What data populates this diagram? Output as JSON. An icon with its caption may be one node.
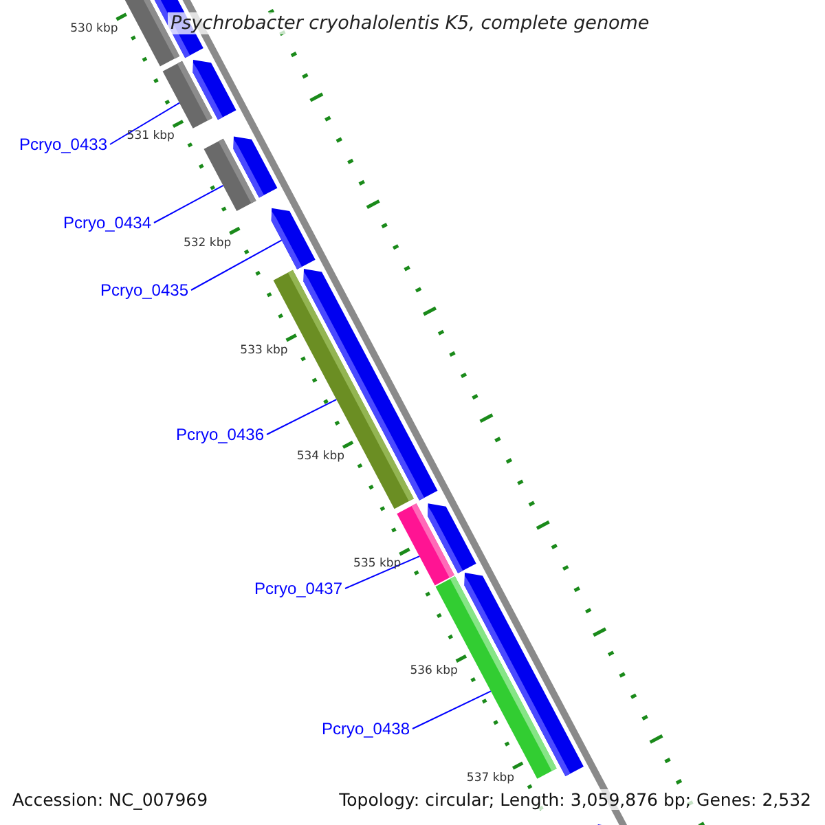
{
  "diagram": {
    "title": "Psychrobacter cryohalolentis K5, complete genome",
    "nodes": [
      {
        "text": [
          "Pcryo_0433"
        ]
      },
      {
        "text": [
          "Pcryo_0434"
        ]
      },
      {
        "text": [
          "Pcryo_0435"
        ]
      },
      {
        "text": [
          "Pcryo_0436"
        ]
      },
      {
        "text": [
          "Pcryo_0437"
        ]
      },
      {
        "text": [
          "Pcryo_0438"
        ]
      },
      {
        "text": [],
        "shape": "bar"
      },
      {
        "text": [],
        "shape": "pentagon"
      },
      {
        "text": [],
        "shape": "bar"
      },
      {
        "text": [],
        "shape": "pentagon"
      },
      {
        "text": [],
        "shape": "bar"
      },
      {
        "text": [],
        "shape": "pentagon"
      },
      {
        "text": [],
        "shape": "pentagon"
      },
      {
        "text": [],
        "shape": "bar"
      },
      {
        "text": [],
        "shape": "pentagon"
      },
      {
        "text": [],
        "shape": "bar"
      },
      {
        "text": [],
        "shape": "pentagon"
      },
      {
        "text": [],
        "shape": "bar"
      },
      {
        "text": [],
        "shape": "pentagon"
      },
      {
        "text": [],
        "shape": "pentagon"
      }
    ],
    "edges": [
      {
        "from": 0,
        "to": 8,
        "arrow": "none"
      },
      {
        "from": 1,
        "to": 10,
        "arrow": "none"
      },
      {
        "from": 2,
        "to": 12,
        "arrow": "none"
      },
      {
        "from": 3,
        "to": 13,
        "arrow": "none"
      },
      {
        "from": 4,
        "to": 15,
        "arrow": "none"
      },
      {
        "from": 5,
        "to": 17,
        "arrow": "none"
      }
    ],
    "labels": [
      "530 kbp",
      "531 kbp",
      "532 kbp",
      "533 kbp",
      "534 kbp",
      "535 kbp",
      "536 kbp",
      "537 kbp",
      "Accession: NC_007969",
      "Topology: circular; Length: 3,059,876 bp; Genes: 2,532"
    ]
  }
}
